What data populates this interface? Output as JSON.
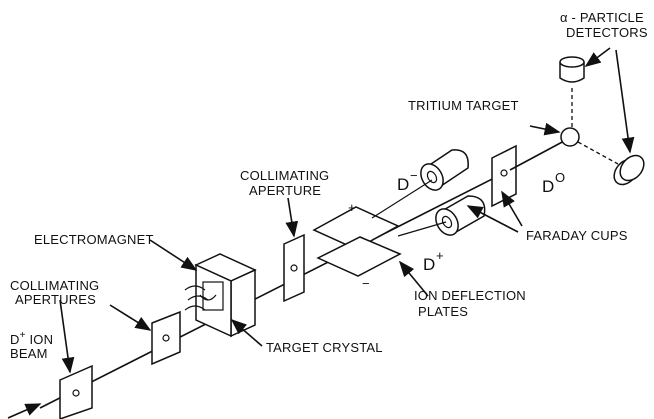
{
  "labels": {
    "alpha_detectors_line1": "α - PARTICLE",
    "alpha_detectors_line2": "DETECTORS",
    "tritium_target": "TRITIUM TARGET",
    "d_minus": "D",
    "d_minus_sup": "−",
    "d_zero": "D",
    "d_zero_sup": "O",
    "d_plus": "D",
    "d_plus_sup": "+",
    "collimating_aperture_line1": "COLLIMATING",
    "collimating_aperture_line2": "APERTURE",
    "electromagnet": "ELECTROMAGNET",
    "faraday_cups": "FARADAY CUPS",
    "plus_sign": "+",
    "minus_sign": "−",
    "ion_deflection_line1": "ION DEFLECTION",
    "ion_deflection_line2": "PLATES",
    "collimating_apertures_line1": "COLLIMATING",
    "collimating_apertures_line2": "APERTURES",
    "ion_beam_line1_prefix": "D",
    "ion_beam_line1_sup": "+",
    "ion_beam_line1_suffix": " ION",
    "ion_beam_line2": "BEAM",
    "target_crystal": "TARGET CRYSTAL"
  }
}
